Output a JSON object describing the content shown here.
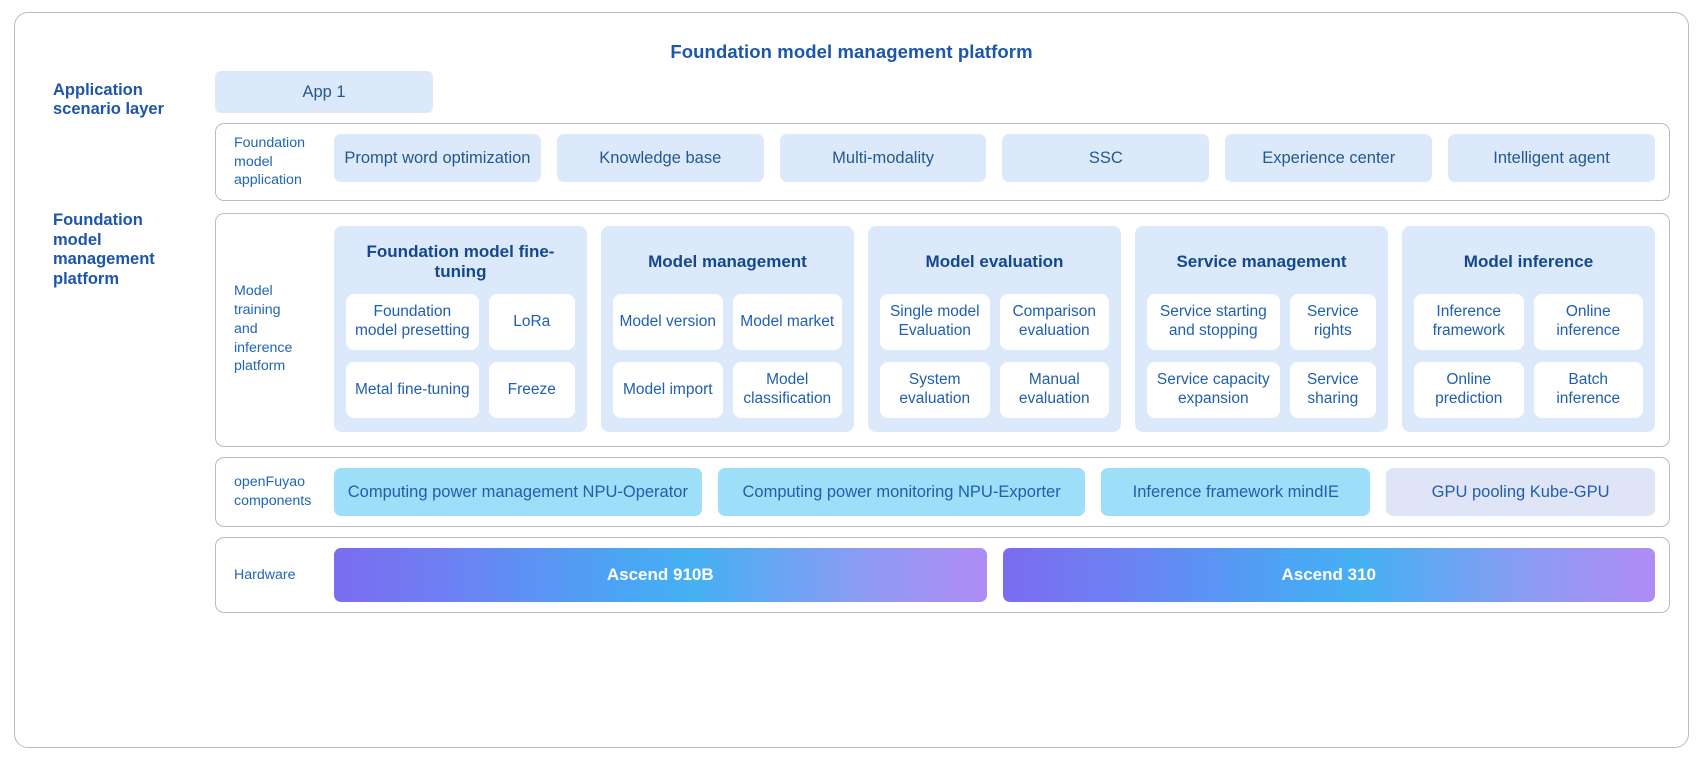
{
  "platform": {
    "title": "Foundation model management platform"
  },
  "layers": {
    "application": {
      "label": "Application\nscenario layer",
      "label_line1": "Application",
      "label_line2": "scenario layer",
      "app_chip": "App 1"
    },
    "management": {
      "label_line1": "Foundation",
      "label_line2": "model",
      "label_line3": "management",
      "label_line4": "platform"
    }
  },
  "foundation_model_application": {
    "label_line1": "Foundation",
    "label_line2": "model",
    "label_line3": "application",
    "items": [
      "Prompt word  optimization",
      "Knowledge  base",
      "Multi-modality",
      "SSC",
      "Experience  center",
      "Intelligent  agent"
    ]
  },
  "model_training_and_inference_platform": {
    "label_line1": "Model",
    "label_line2": "training",
    "label_line3": "and",
    "label_line4": "inference",
    "label_line5": "platform",
    "columns": [
      {
        "title": "Foundation model fine-tuning",
        "rows": [
          {
            "wide": "Foundation model presetting",
            "narrow": "LoRa"
          },
          {
            "wide": "Metal fine-tuning",
            "narrow": "Freeze"
          }
        ]
      },
      {
        "title": "Model management",
        "rows": [
          {
            "left": "Model version",
            "right": "Model market"
          },
          {
            "left": "Model import",
            "right": "Model classification"
          }
        ]
      },
      {
        "title": "Model evaluation",
        "rows": [
          {
            "left": "Single model Evaluation",
            "right": "Comparison evaluation"
          },
          {
            "left": "System evaluation",
            "right": "Manual evaluation"
          }
        ]
      },
      {
        "title": "Service management",
        "rows": [
          {
            "wide": "Service starting and stopping",
            "narrow": "Service rights"
          },
          {
            "wide": "Service capacity expansion",
            "narrow": "Service sharing"
          }
        ]
      },
      {
        "title": "Model inference",
        "rows": [
          {
            "left": "Inference framework",
            "right": "Online inference"
          },
          {
            "left": "Online prediction",
            "right": "Batch inference"
          }
        ]
      }
    ]
  },
  "openfuyao": {
    "label_line1": "openFuyao",
    "label_line2": "components",
    "items": [
      {
        "label": "Computing power management NPU-Operator",
        "color": "#9ddff8"
      },
      {
        "label": "Computing power monitoring NPU-Exporter",
        "color": "#9ddff8"
      },
      {
        "label": "Inference framework mindIE",
        "color": "#9ddff8"
      },
      {
        "label": "GPU pooling Kube-GPU",
        "color": "#dfe5f7"
      }
    ]
  },
  "hardware": {
    "label": "Hardware",
    "items": [
      "Ascend 910B",
      "Ascend 310"
    ]
  },
  "colors": {
    "title_blue": "#1c56a8",
    "label_blue": "#2166b4",
    "chip_bg": "#dce9fb",
    "chip_text": "#22598f",
    "column_title": "#13488f",
    "tile_text": "#1f5fae",
    "frame_border": "#b9bcc0",
    "fuyao_cyan": "#9ddff8",
    "fuyao_lavender": "#dfe5f7"
  }
}
